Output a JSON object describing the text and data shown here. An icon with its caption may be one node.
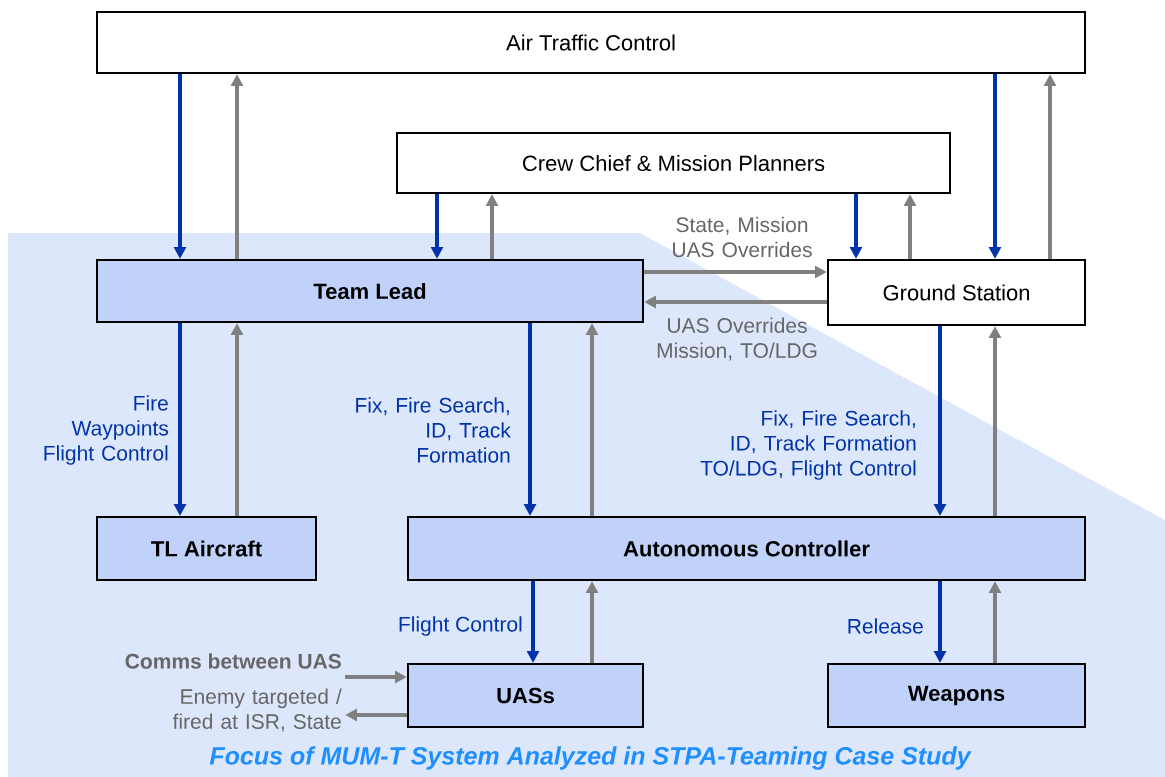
{
  "diagram": {
    "caption": "Focus of MUM-T System Analyzed in STPA-Teaming Case Study",
    "nodes": [
      {
        "text": [
          "Air Traffic Control"
        ]
      },
      {
        "text": [
          "Crew Chief & Mission Planners"
        ]
      },
      {
        "text": [
          "Team Lead"
        ]
      },
      {
        "text": [
          "Ground Station"
        ]
      },
      {
        "text": [
          "TL Aircraft"
        ]
      },
      {
        "text": [
          "Autonomous Controller"
        ]
      },
      {
        "text": [
          "UASs"
        ]
      },
      {
        "text": [
          "Weapons"
        ]
      }
    ],
    "edges": [
      {
        "from": 0,
        "to": 2,
        "arrow": "to",
        "color": "#0033aa"
      },
      {
        "from": 2,
        "to": 0,
        "arrow": "to"
      },
      {
        "from": 1,
        "to": 2,
        "arrow": "to",
        "color": "#0033aa"
      },
      {
        "from": 2,
        "to": 1,
        "arrow": "to"
      },
      {
        "from": 1,
        "to": 3,
        "arrow": "to",
        "color": "#0033aa"
      },
      {
        "from": 3,
        "to": 1,
        "arrow": "to"
      },
      {
        "from": 0,
        "to": 3,
        "arrow": "to",
        "color": "#0033aa"
      },
      {
        "from": 3,
        "to": 0,
        "arrow": "to"
      },
      {
        "from": 2,
        "to": 3,
        "arrow": "to",
        "label": "State, Mission UAS Overrides"
      },
      {
        "from": 3,
        "to": 2,
        "arrow": "to",
        "label": "UAS Overrides Mission, TO/LDG"
      },
      {
        "from": 2,
        "to": 4,
        "arrow": "to",
        "color": "#0033aa",
        "label": "Fire Waypoints Flight Control"
      },
      {
        "from": 4,
        "to": 2,
        "arrow": "to"
      },
      {
        "from": 2,
        "to": 5,
        "arrow": "to",
        "color": "#0033aa",
        "label": "Fix, Fire Search, ID, Track Formation"
      },
      {
        "from": 5,
        "to": 2,
        "arrow": "to"
      },
      {
        "from": 3,
        "to": 5,
        "arrow": "to",
        "color": "#0033aa",
        "label": "Fix, Fire Search, ID, Track Formation TO/LDG, Flight Control"
      },
      {
        "from": 5,
        "to": 3,
        "arrow": "to"
      },
      {
        "from": 5,
        "to": 6,
        "arrow": "to",
        "color": "#0033aa",
        "label": "Flight Control"
      },
      {
        "from": 6,
        "to": 5,
        "arrow": "to"
      },
      {
        "from": 5,
        "to": 7,
        "arrow": "to",
        "color": "#0033aa",
        "label": "Release"
      },
      {
        "from": 7,
        "to": 5,
        "arrow": "to"
      },
      {
        "from": null,
        "to": 6,
        "arrow": "to",
        "label": "Comms between UAS"
      },
      {
        "from": 6,
        "to": null,
        "arrow": "to",
        "label": "Enemy targeted / fired at ISR, State"
      }
    ]
  }
}
